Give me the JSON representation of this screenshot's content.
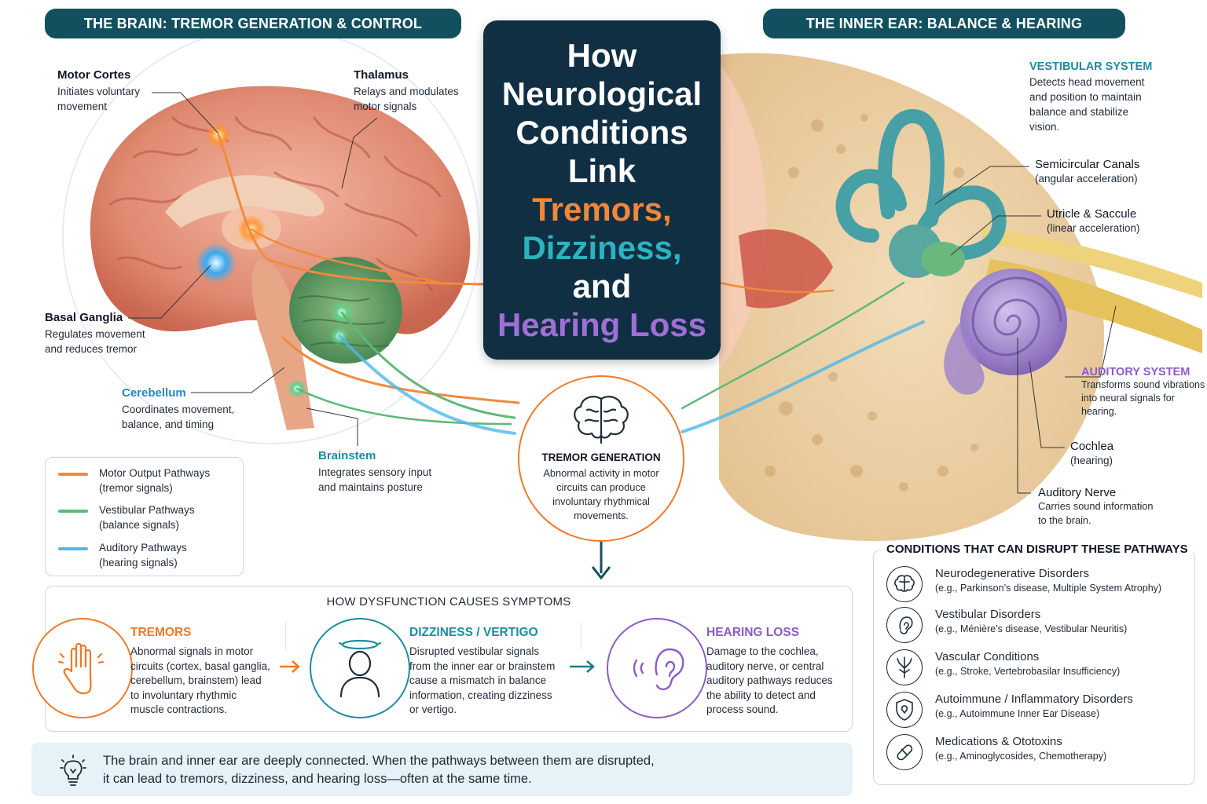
{
  "brain_header": "THE BRAIN: TREMOR GENERATION & CONTROL",
  "ear_header": "THE INNER EAR: BALANCE & HEARING",
  "title": {
    "line1": "How",
    "line2": "Neurological",
    "line3": "Conditions",
    "line4": "Link",
    "line5": "Tremors,",
    "line6": "Dizziness,",
    "line7": "and",
    "line8": "Hearing Loss"
  },
  "brain_labels": {
    "motor_cortex": {
      "title": "Motor Cortes",
      "desc1": "Initiates voluntary",
      "desc2": "movement"
    },
    "thalamus": {
      "title": "Thalamus",
      "desc1": "Relays and modulates",
      "desc2": "motor signals"
    },
    "basal_ganglia": {
      "title": "Basal Ganglia",
      "desc1": "Regulates movement",
      "desc2": "and reduces tremor"
    },
    "cerebellum": {
      "title": "Cerebellum",
      "desc1": "Coordinates movement,",
      "desc2": "balance, and timing"
    },
    "brainstem": {
      "title": "Brainstem",
      "desc1": "Integrates sensory input",
      "desc2": "and maintains posture"
    }
  },
  "legend": [
    {
      "label1": "Motor Output Pathways",
      "label2": "(tremor signals)",
      "color": "#f08a3c"
    },
    {
      "label1": "Vestibular Pathways",
      "label2": "(balance signals)",
      "color": "#5fb87a"
    },
    {
      "label1": "Auditory Pathways",
      "label2": "(hearing signals)",
      "color": "#4fb8e8"
    }
  ],
  "tremor_generation": {
    "title": "TREMOR GENERATION",
    "line1": "Abnormal activity in motor",
    "line2": "circuits can produce",
    "line3": "involuntary rhythmical",
    "line4": "movements."
  },
  "ear_labels": {
    "vestibular": {
      "title": "VESTIBULAR SYSTEM",
      "l1": "Detects head movement",
      "l2": "and position to maintain",
      "l3": "balance and stabilize",
      "l4": "vision."
    },
    "semicircular": {
      "title": "Semicircular Canals",
      "desc": "(angular acceleration)"
    },
    "utricle": {
      "title": "Utricle & Saccule",
      "desc": "(linear acceleration)"
    },
    "auditory": {
      "title": "AUDITORY SYSTEM",
      "l1": "Transforms sound vibrations",
      "l2": "into neural signals for",
      "l3": "hearing."
    },
    "cochlea": {
      "title": "Cochlea",
      "desc": "(hearing)"
    },
    "auditory_nerve": {
      "title": "Auditory Nerve",
      "l1": "Carries sound information",
      "l2": "to the brain."
    }
  },
  "dysfunction": {
    "heading": "HOW DYSFUNCTION CAUSES SYMPTOMS",
    "tremors": {
      "title": "TREMORS",
      "l1": "Abnormal signals in motor",
      "l2": "circuits (cortex, basal ganglia,",
      "l3": "cerebellum, brainstem) lead",
      "l4": "to involuntary rhythmic",
      "l5": "muscle contractions."
    },
    "dizziness": {
      "title": "DIZZINESS / VERTIGO",
      "l1": "Disrupted vestibular signals",
      "l2": "from the inner ear or brainstem",
      "l3": "cause a mismatch in balance",
      "l4": "information, creating dizziness",
      "l5": "or vertigo."
    },
    "hearing": {
      "title": "HEARING LOSS",
      "l1": "Damage to the cochlea,",
      "l2": "auditory nerve, or central",
      "l3": "auditory pathways reduces",
      "l4": "the ability to detect and",
      "l5": "process sound."
    }
  },
  "bottom_note": {
    "line1": "The brain and inner ear are deeply connected. When the pathways between them are disrupted,",
    "line2": "it can lead to tremors, dizziness, and hearing loss—often at the same time."
  },
  "conditions": {
    "heading": "CONDITIONS THAT CAN DISRUPT THESE PATHWAYS",
    "items": [
      {
        "title": "Neurodegenerative Disorders",
        "sub": "(e.g., Parkinson’s disease, Multiple System Atrophy)",
        "icon": "brain-icon"
      },
      {
        "title": "Vestibular Disorders",
        "sub": "(e.g., Ménière’s disease, Vestibular Neuritis)",
        "icon": "ear-icon"
      },
      {
        "title": "Vascular Conditions",
        "sub": "(e.g., Stroke, Vertebrobasilar Insufficiency)",
        "icon": "vessel-icon"
      },
      {
        "title": "Autoimmune / Inflammatory Disorders",
        "sub": "(e.g., Autoimmune Inner Ear Disease)",
        "icon": "shield-icon"
      },
      {
        "title": "Medications & Ototoxins",
        "sub": "(e.g., Aminoglycosides, Chemotherapy)",
        "icon": "pill-icon"
      }
    ]
  },
  "colors": {
    "header_bg": "#13505f",
    "title_bg": "#102f43",
    "orange": "#ef7a2a",
    "teal": "#1a8ea0",
    "purple": "#8b5cc6",
    "blue": "#2389c6"
  }
}
